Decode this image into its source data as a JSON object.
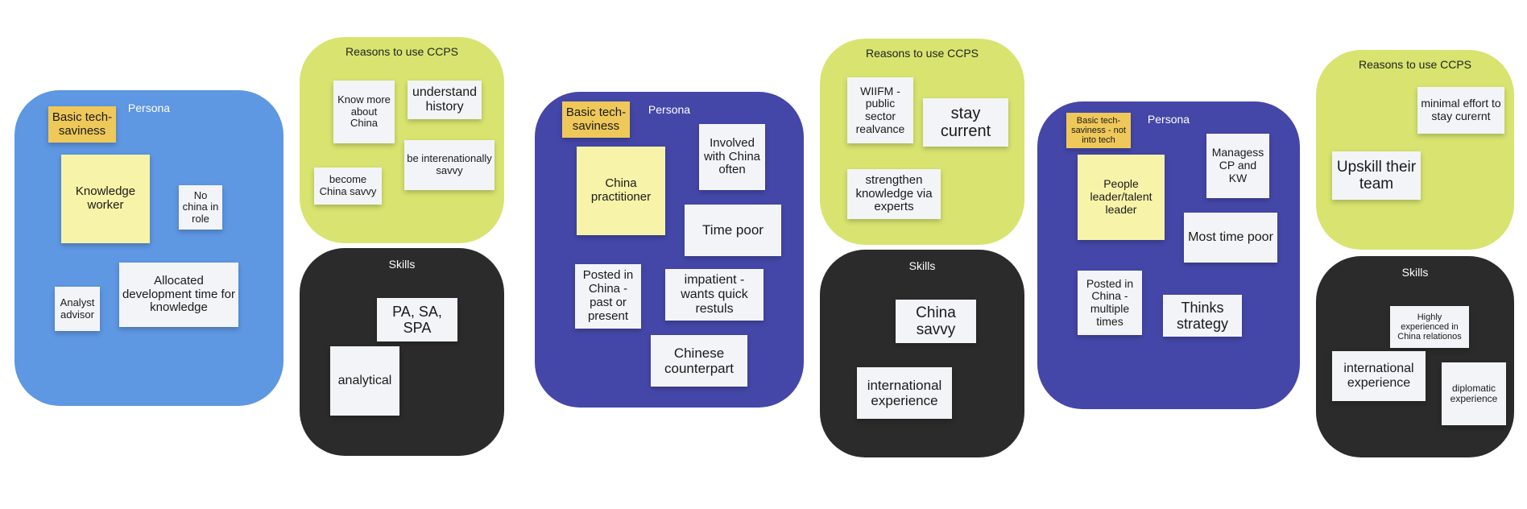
{
  "groups": [
    {
      "persona": {
        "title": "Persona",
        "tech_label": "Basic tech-saviness",
        "role_label": "Knowledge worker",
        "notes": [
          "No china in role",
          "Analyst advisor",
          "Allocated development time for knowledge"
        ]
      },
      "reasons": {
        "title": "Reasons to use CCPS",
        "notes": [
          "Know more about China",
          "understand history",
          "be interenationally savvy",
          "become China savvy"
        ]
      },
      "skills": {
        "title": "Skills",
        "notes": [
          "PA, SA, SPA",
          "analytical"
        ]
      }
    },
    {
      "persona": {
        "title": "Persona",
        "tech_label": "Basic tech-saviness",
        "role_label": "China practitioner",
        "notes": [
          "Involved with China often",
          "Time poor",
          "Posted in China - past or present",
          "impatient - wants quick restuls",
          "Chinese counterpart"
        ]
      },
      "reasons": {
        "title": "Reasons to use CCPS",
        "notes": [
          "WIIFM - public sector realvance",
          "stay current",
          "strengthen knowledge via experts"
        ]
      },
      "skills": {
        "title": "Skills",
        "notes": [
          "China savvy",
          "international experience"
        ]
      }
    },
    {
      "persona": {
        "title": "Persona",
        "tech_label": "Basic tech-saviness - not into tech",
        "role_label": "People leader/talent leader",
        "notes": [
          "Managess CP and KW",
          "Most time poor",
          "Posted in China - multiple times",
          "Thinks strategy"
        ]
      },
      "reasons": {
        "title": "Reasons to use CCPS",
        "notes": [
          "minimal effort to stay curernt",
          "Upskill their team"
        ]
      },
      "skills": {
        "title": "Skills",
        "notes": [
          "Highly experienced in China relationos",
          "international experience",
          "diplomatic experience"
        ]
      }
    }
  ],
  "colors": {
    "persona_1": "#5e97e2",
    "persona_2": "#4447a8",
    "persona_3": "#4447a8",
    "reasons": "#d8e46f",
    "skills": "#2b2b2b",
    "note_white": "#f3f4f7",
    "note_yellow": "#f7f3a8",
    "note_gold": "#efc85a"
  }
}
